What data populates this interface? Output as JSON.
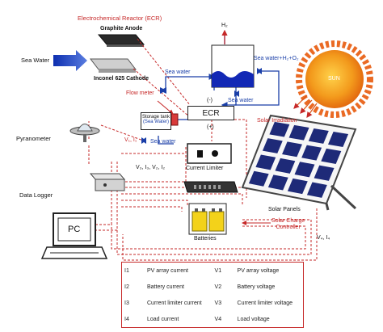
{
  "ecr_reactor": {
    "title": "Electrochemical Reactor (ECR)",
    "anode": "Graphite Anode",
    "cathode": "Inconel 625 Cathode"
  },
  "labels": {
    "sea_water_input": "Sea Water",
    "sea_water_tank_top": "Sea water",
    "sea_water_tank_right": "Sea water",
    "sea_water_bottom": "Sea water",
    "h2": "H₂",
    "sea_water_h2_o2": "Sea water+H₂+O₂",
    "flow_meter": "Flow meter",
    "storage_tank": "Storage tank",
    "storage_tank_sub": "(Sea Water)",
    "ecr": "ECR",
    "minus": "(-)",
    "plus": "(+)",
    "vi_top": "V₁, I₁",
    "vi_mid": "V₃, I₃, V₂, I₂",
    "vi_right": "V₄, I₄",
    "current_limiter": "Current Limiter",
    "pyranometer": "Pyranometer",
    "data_logger": "Data Logger",
    "pc": "PC",
    "batteries": "Batteries",
    "solar_panels": "Solar Panels",
    "solar_charge_controller": "Solar Charge\nController",
    "sun": "SUN",
    "solar_irradiation": "Solar Irradiation"
  },
  "legend": [
    {
      "code1": "I1",
      "desc1": "PV array current",
      "code2": "V1",
      "desc2": "PV array voltage"
    },
    {
      "code1": "I2",
      "desc1": "Battery current",
      "code2": "V2",
      "desc2": "Battery voltage"
    },
    {
      "code1": "I3",
      "desc1": "Current limiter current",
      "code2": "V3",
      "desc2": "Current limiter voltage"
    },
    {
      "code1": "I4",
      "desc1": "Load current",
      "code2": "V4",
      "desc2": "Load voltage"
    }
  ],
  "colors": {
    "wire_red": "#c62828",
    "pipe_blue": "#1a3fa8",
    "sun_core": "#f07a12",
    "sun_rays": "#e85a0c",
    "panel_cell": "#1e2a78",
    "battery": "#f3d21a"
  }
}
